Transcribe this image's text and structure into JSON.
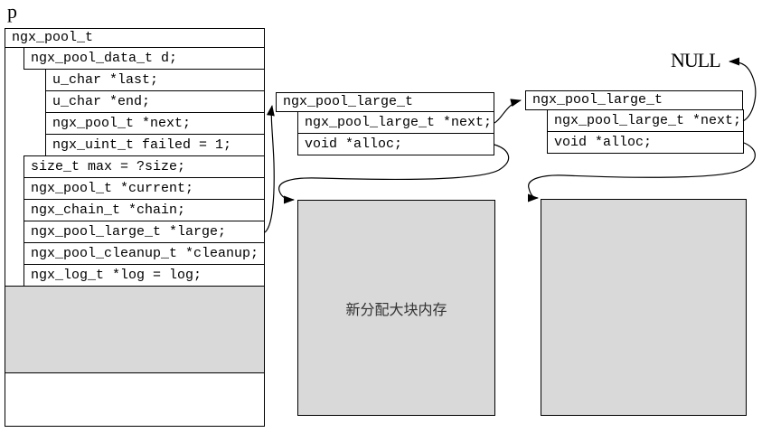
{
  "pointer_label": "p",
  "null_label": "NULL",
  "pool_box": {
    "title": "ngx_pool_t",
    "data_struct": {
      "title": "ngx_pool_data_t d;",
      "fields": [
        "u_char *last;",
        "u_char *end;",
        "ngx_pool_t *next;",
        "ngx_uint_t failed = 1;"
      ]
    },
    "fields": [
      "size_t max = ?size;",
      "ngx_pool_t *current;",
      "ngx_chain_t *chain;",
      "ngx_pool_large_t *large;",
      "ngx_pool_cleanup_t *cleanup;",
      "ngx_log_t *log = log;"
    ]
  },
  "large_blocks": [
    {
      "title": "ngx_pool_large_t",
      "fields": [
        "ngx_pool_large_t *next;",
        "void *alloc;"
      ]
    },
    {
      "title": "ngx_pool_large_t",
      "fields": [
        "ngx_pool_large_t *next;",
        "void *alloc;"
      ]
    }
  ],
  "memory_blocks": [
    {
      "label": "新分配大块内存"
    },
    {
      "label": ""
    }
  ],
  "arrows": [
    "large-to-first-large-block",
    "first-next-to-second-large-block",
    "first-alloc-to-memory-block",
    "second-next-to-null",
    "second-alloc-to-memory-block"
  ],
  "colors": {
    "border": "#000000",
    "block_fill": "#d9d9d9",
    "background": "#ffffff",
    "text": "#000000"
  }
}
